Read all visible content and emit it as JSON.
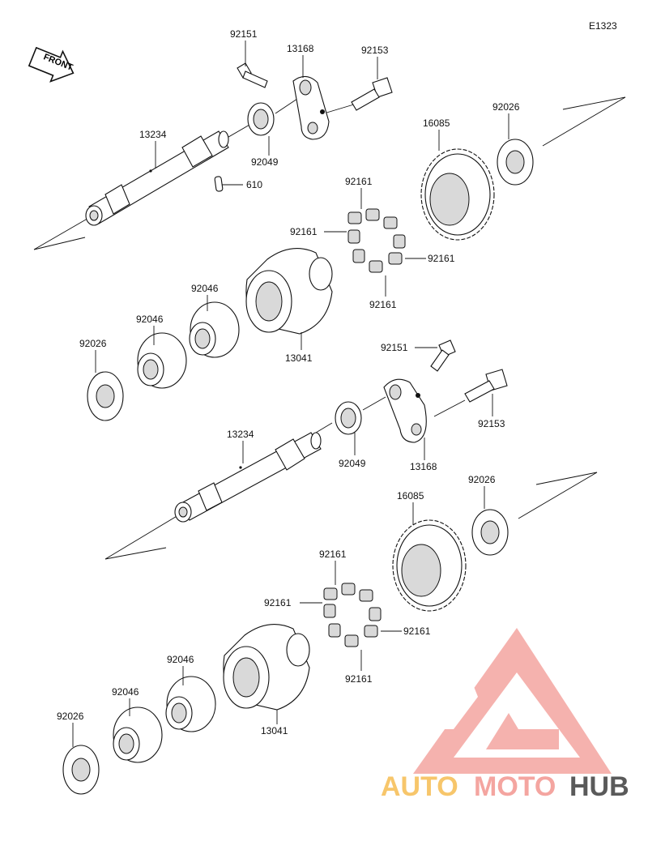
{
  "diagram": {
    "code": "E1323",
    "front_label": "FRONT",
    "labels": {
      "p92151a": "92151",
      "p13168a": "13168",
      "p92153a": "92153",
      "p13234a": "13234",
      "p92049a": "92049",
      "p610": "610",
      "p16085a": "16085",
      "p92026a": "92026",
      "p92161a1": "92161",
      "p92161a2": "92161",
      "p92161a3": "92161",
      "p92161a4": "92161",
      "p92046a1": "92046",
      "p92046a2": "92046",
      "p92026b": "92026",
      "p13041a": "13041",
      "p92151b": "92151",
      "p92153b": "92153",
      "p13234b": "13234",
      "p92049b": "92049",
      "p13168b": "13168",
      "p16085b": "16085",
      "p92026c": "92026",
      "p92161b1": "92161",
      "p92161b2": "92161",
      "p92161b3": "92161",
      "p92161b4": "92161",
      "p92046b1": "92046",
      "p92046b2": "92046",
      "p13041b": "13041",
      "p92026d": "92026"
    }
  },
  "watermark": {
    "text_auto": "AUTO",
    "text_moto": "MOTO",
    "text_hub": "HUB",
    "colors": {
      "logo": "#f4a5a0",
      "auto": "#f7c66b",
      "hub": "#5a5a5a"
    }
  }
}
